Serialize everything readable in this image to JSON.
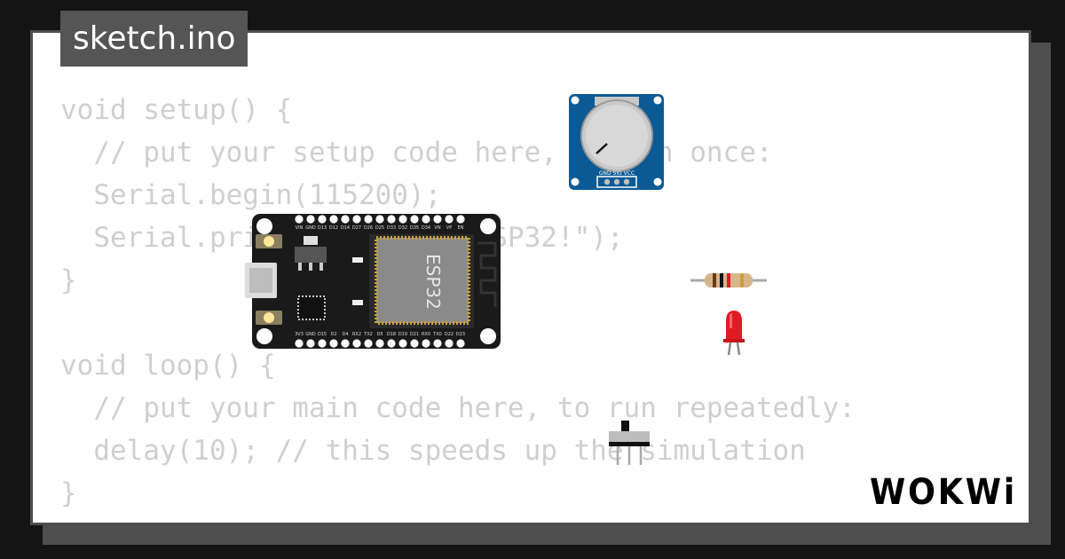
{
  "tab": {
    "filename": "sketch.ino"
  },
  "code_lines": [
    "void setup() {",
    "  // put your setup code here, to run once:",
    "  Serial.begin(115200);",
    "  Serial.println(\"Hello, ESP32!\");",
    "}",
    "",
    "void loop() {",
    "  // put your main code here, to run repeatedly:",
    "  delay(10); // this speeds up the simulation",
    "}"
  ],
  "board": {
    "chip_label": "ESP32",
    "top_pins": [
      "VIN",
      "GND",
      "D13",
      "D12",
      "D14",
      "D27",
      "D26",
      "D25",
      "D33",
      "D32",
      "D35",
      "D34",
      "VN",
      "VP",
      "EN"
    ],
    "bottom_pins": [
      "3V3",
      "GND",
      "D15",
      "D2",
      "D4",
      "RX2",
      "TX2",
      "D5",
      "D18",
      "D19",
      "D21",
      "RX0",
      "TX0",
      "D22",
      "D23"
    ]
  },
  "potentiometer": {
    "pin_labels": "GND SIG VCC"
  },
  "brand": {
    "logo": "WOKWi"
  },
  "colors": {
    "background": "#141414",
    "card_border": "#4e4e4e",
    "tab_bg": "#555555",
    "code_text": "#cfcfcf",
    "board_bg": "#1a1a1a",
    "pot_bg": "#0b5a96",
    "led": "#e01b24"
  }
}
